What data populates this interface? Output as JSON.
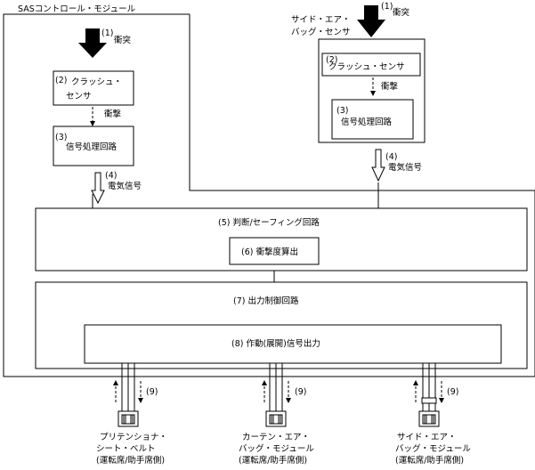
{
  "sas_module": {
    "title": "SASコントロール・モジュール"
  },
  "impact_main": {
    "num": "(1)",
    "label": "衝突"
  },
  "crash_sensor_main": {
    "num": "(2)",
    "line1": "クラッシュ・",
    "line2": "センサ"
  },
  "impact_arrow_main": {
    "label": "衝撃"
  },
  "signal_proc_main": {
    "num": "(3)",
    "label": "信号処理回路"
  },
  "elec_signal_main": {
    "num": "(4)",
    "label": "電気信号"
  },
  "side_sensor": {
    "title_line1": "サイド・エア・",
    "title_line2": "バッグ・センサ"
  },
  "impact_side": {
    "num": "(1)",
    "label": "衝突"
  },
  "crash_sensor_side": {
    "num": "(2)",
    "label": "クラッシュ・センサ"
  },
  "impact_arrow_side": {
    "label": "衝撃"
  },
  "signal_proc_side": {
    "num": "(3)",
    "label": "信号処理回路"
  },
  "elec_signal_side": {
    "num": "(4)",
    "label": "電気信号"
  },
  "judgment_circuit": {
    "label": "(5) 判断/セーフィング回路"
  },
  "impact_calc": {
    "label": "(6) 衝撃度算出"
  },
  "output_control": {
    "label": "(7) 出力制御回路"
  },
  "activation_output": {
    "label": "(8) 作動(展開)信号出力"
  },
  "signal_num_9": "(9)",
  "outputs": [
    {
      "line1": "プリテンショナ・",
      "line2": "シート・ベルト",
      "line3": "(運転席/助手席側)"
    },
    {
      "line1": "カーテン・エア・",
      "line2": "バッグ・モジュール",
      "line3": "(運転席/助手席側)"
    },
    {
      "line1": "サイド・エア・",
      "line2": "バッグ・モジュール",
      "line3": "(運転席/助手席側)"
    }
  ]
}
